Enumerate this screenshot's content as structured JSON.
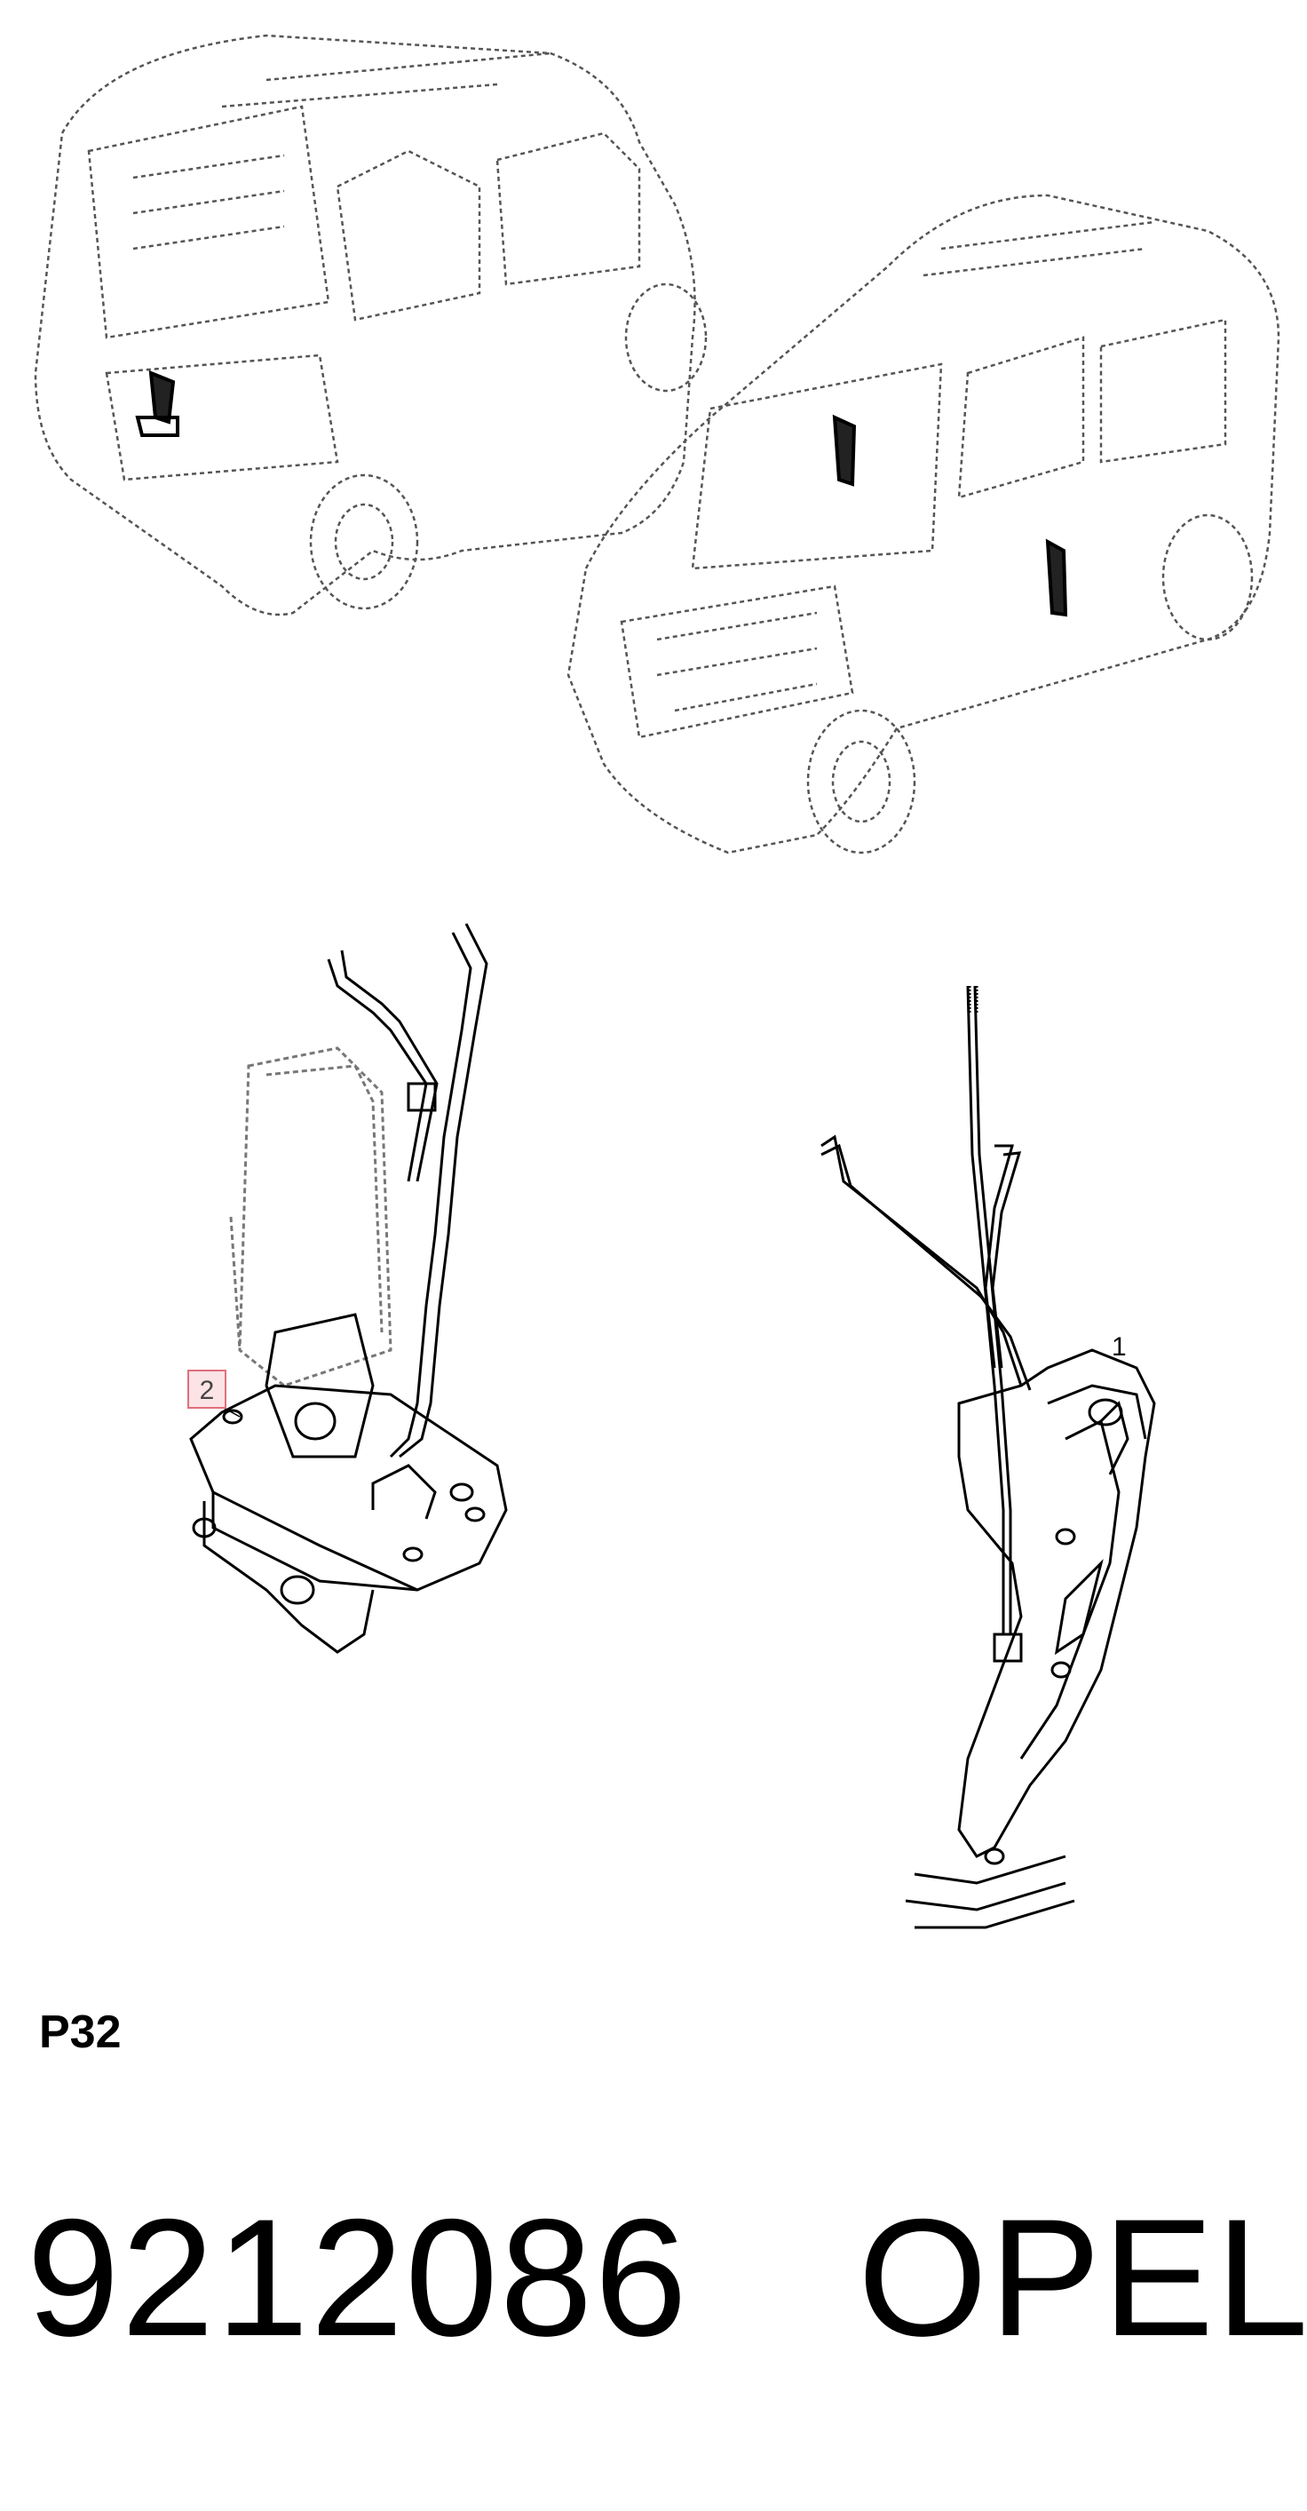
{
  "callouts": {
    "lock_actuator": "2",
    "door_latch": "1"
  },
  "page_ref": "P32",
  "part_number": "9212086",
  "brand": "OPEL",
  "colors": {
    "line": "#000000",
    "dashed_outline": "#555555",
    "callout_border": "#e0707a",
    "callout_fill": "#fbe3e6"
  }
}
